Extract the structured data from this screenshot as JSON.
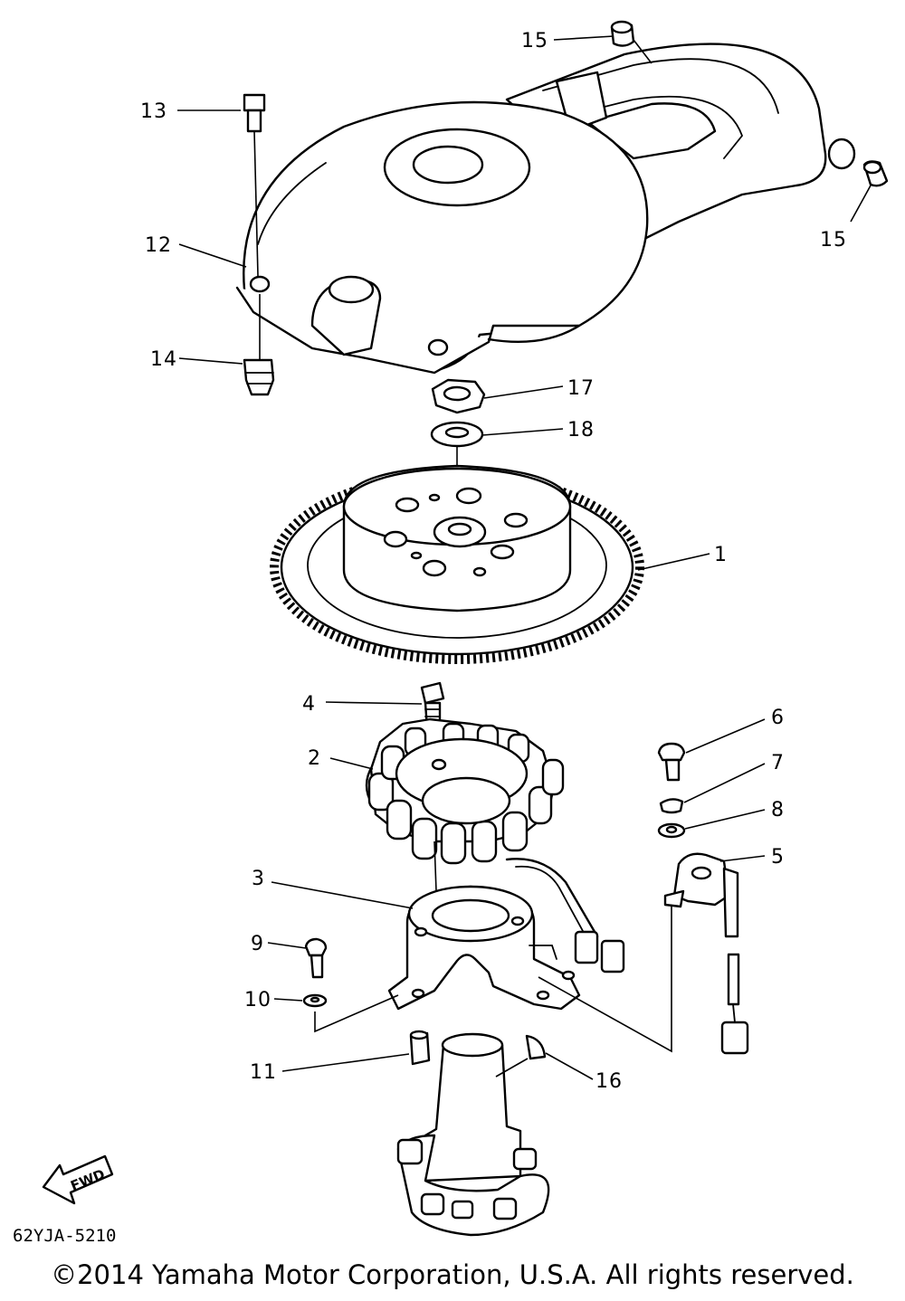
{
  "callouts": [
    {
      "id": "c15a",
      "text": "15"
    },
    {
      "id": "c13",
      "text": "13"
    },
    {
      "id": "c12",
      "text": "12"
    },
    {
      "id": "c15b",
      "text": "15"
    },
    {
      "id": "c14",
      "text": "14"
    },
    {
      "id": "c17",
      "text": "17"
    },
    {
      "id": "c18",
      "text": "18"
    },
    {
      "id": "c1",
      "text": "1"
    },
    {
      "id": "c4",
      "text": "4"
    },
    {
      "id": "c6",
      "text": "6"
    },
    {
      "id": "c2",
      "text": "2"
    },
    {
      "id": "c7",
      "text": "7"
    },
    {
      "id": "c8",
      "text": "8"
    },
    {
      "id": "c5",
      "text": "5"
    },
    {
      "id": "c3",
      "text": "3"
    },
    {
      "id": "c9",
      "text": "9"
    },
    {
      "id": "c10",
      "text": "10"
    },
    {
      "id": "c11",
      "text": "11"
    },
    {
      "id": "c16",
      "text": "16"
    }
  ],
  "fwd_label": "FWD",
  "diagram_code": "62YJA-5210",
  "copyright": "©2014 Yamaha Motor Corporation, U.S.A. All rights reserved."
}
